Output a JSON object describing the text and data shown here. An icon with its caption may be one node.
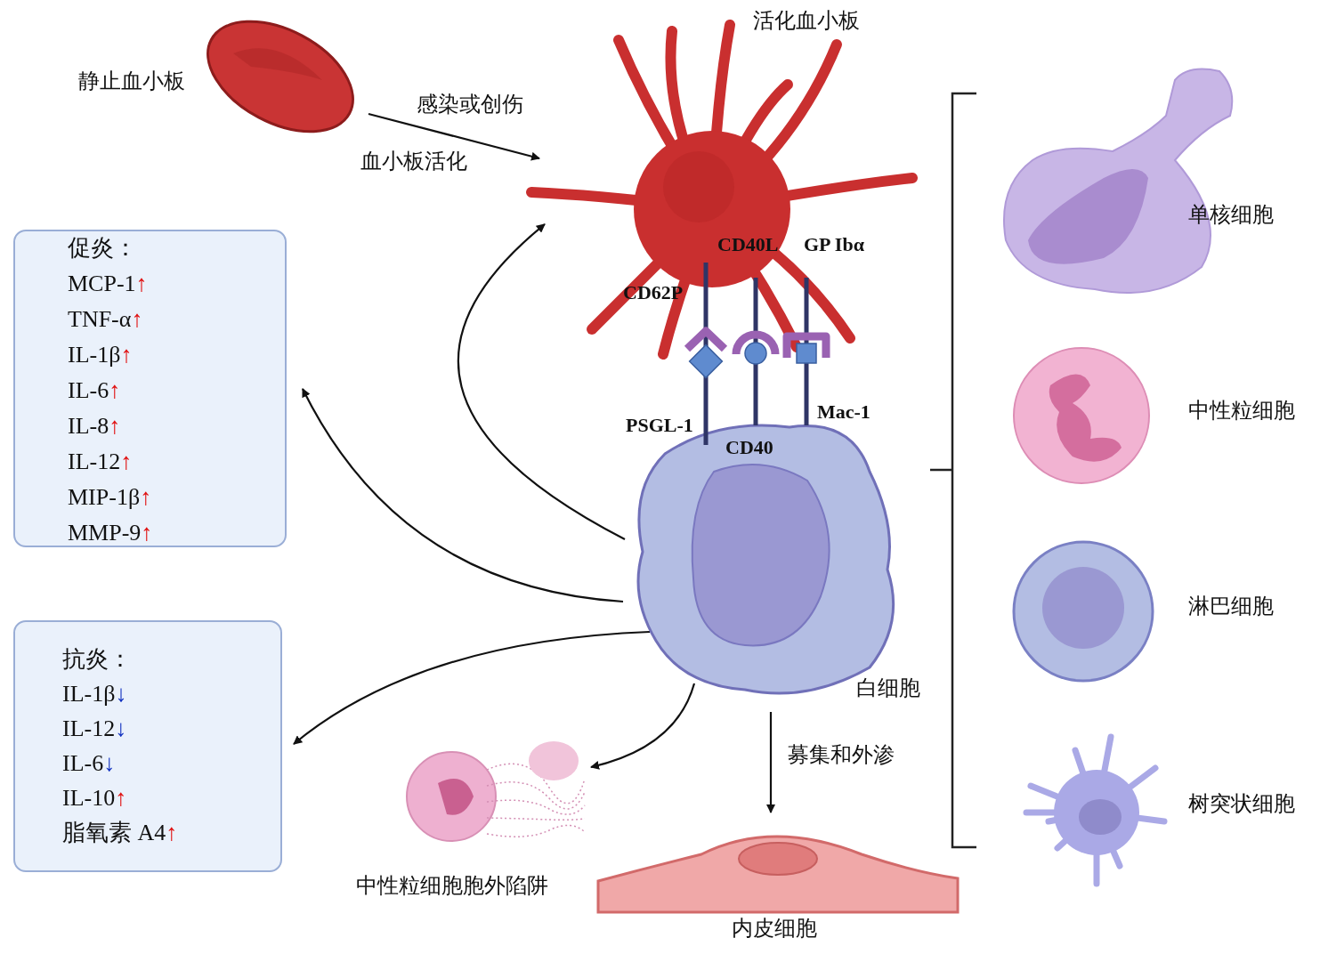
{
  "diagram": {
    "nodes": [
      {
        "text": [
          "静止血小板"
        ]
      },
      {
        "text": [
          "活化血小板"
        ]
      },
      {
        "text": [
          "白细胞"
        ]
      },
      {
        "text": [
          "促炎：",
          "MCP-1↑",
          "TNF-α↑",
          "IL-1β↑",
          "IL-6↑",
          "IL-8↑",
          "IL-12↑",
          "MIP-1β↑",
          "MMP-9↑"
        ]
      },
      {
        "text": [
          "抗炎：",
          "IL-1β↓",
          "IL-12↓",
          "IL-6↓",
          "IL-10↑",
          "脂氧素 A4↑"
        ]
      },
      {
        "text": [
          "中性粒细胞胞外陷阱"
        ]
      },
      {
        "text": [
          "内皮细胞"
        ]
      },
      {
        "text": [
          "单核细胞"
        ]
      },
      {
        "text": [
          "中性粒细胞"
        ]
      },
      {
        "text": [
          "淋巴细胞"
        ]
      },
      {
        "text": [
          "树突状细胞"
        ]
      }
    ],
    "edges": [
      {
        "from": 0,
        "to": 1,
        "arrow": "to",
        "label": "感染或创伤"
      },
      {
        "from": 2,
        "to": 1,
        "arrow": "to"
      },
      {
        "from": 2,
        "to": 3,
        "arrow": "to"
      },
      {
        "from": 2,
        "to": 4,
        "arrow": "to"
      },
      {
        "from": 2,
        "to": 5,
        "arrow": "to"
      },
      {
        "from": 2,
        "to": 6,
        "arrow": "to",
        "label": "募集和外渗"
      }
    ],
    "labels": [
      "血小板活化",
      "CD40L",
      "GP Ibα",
      "CD62P",
      "Mac-1",
      "PSGL-1",
      "CD40"
    ]
  }
}
